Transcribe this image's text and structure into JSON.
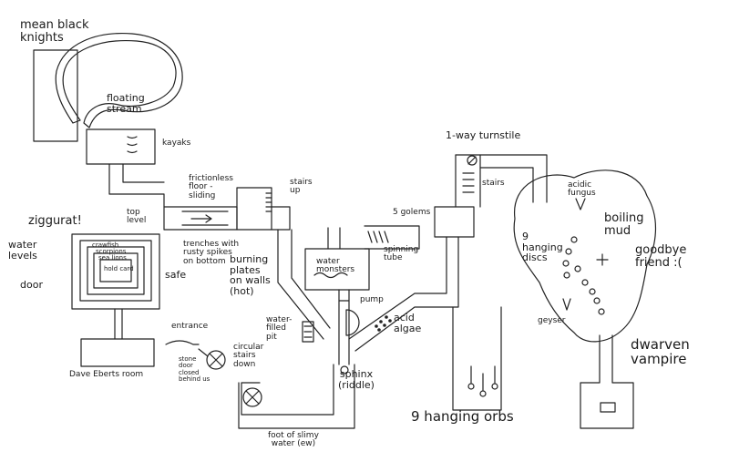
{
  "labels": {
    "mean_black_knights": "mean black\nknights",
    "floating_stream": "floating\nstream",
    "kayaks": "kayaks",
    "frictionless": "frictionless\nfloor -\nsliding",
    "stairs_up": "stairs\nup",
    "ziggurat": "ziggurat!",
    "top_level": "top\nlevel",
    "water_levels": "water\nlevels",
    "door": "door",
    "safe": "safe",
    "trenches": "trenches with\nrusty spikes\non bottom",
    "ziggurat_rings": [
      "crawfish",
      "scorpions",
      "sea lions",
      "hold card"
    ],
    "water_monsters": "water\nmonsters",
    "spinning_tube": "spinning\ntube",
    "burning_plates": "burning\nplates\non walls\n(hot)",
    "pump": "pump",
    "water_filled_pit": "water-\nfilled\npit",
    "acid_algae": "acid\nalgae",
    "entrance": "entrance",
    "stone_door": "stone\ndoor\nclosed\nbehind us",
    "circular_stairs": "circular\nstairs\ndown",
    "dave_room": "Dave Eberts room",
    "sphinx": "sphinx\n(riddle)",
    "foot_water": "foot of slimy\nwater (ew)",
    "turnstile": "1-way turnstile",
    "stairs": "stairs",
    "five_golems": "5 golems",
    "acidic_fungus": "acidic\nfungus",
    "boiling_mud": "boiling\nmud",
    "hanging_discs": "9\nhanging\ndiscs",
    "goodbye_friend": "goodbye\nfriend :(",
    "geyser": "geyser",
    "nine_orbs": "9 hanging orbs",
    "dwarven_vampire": "dwarven\nvampire"
  }
}
